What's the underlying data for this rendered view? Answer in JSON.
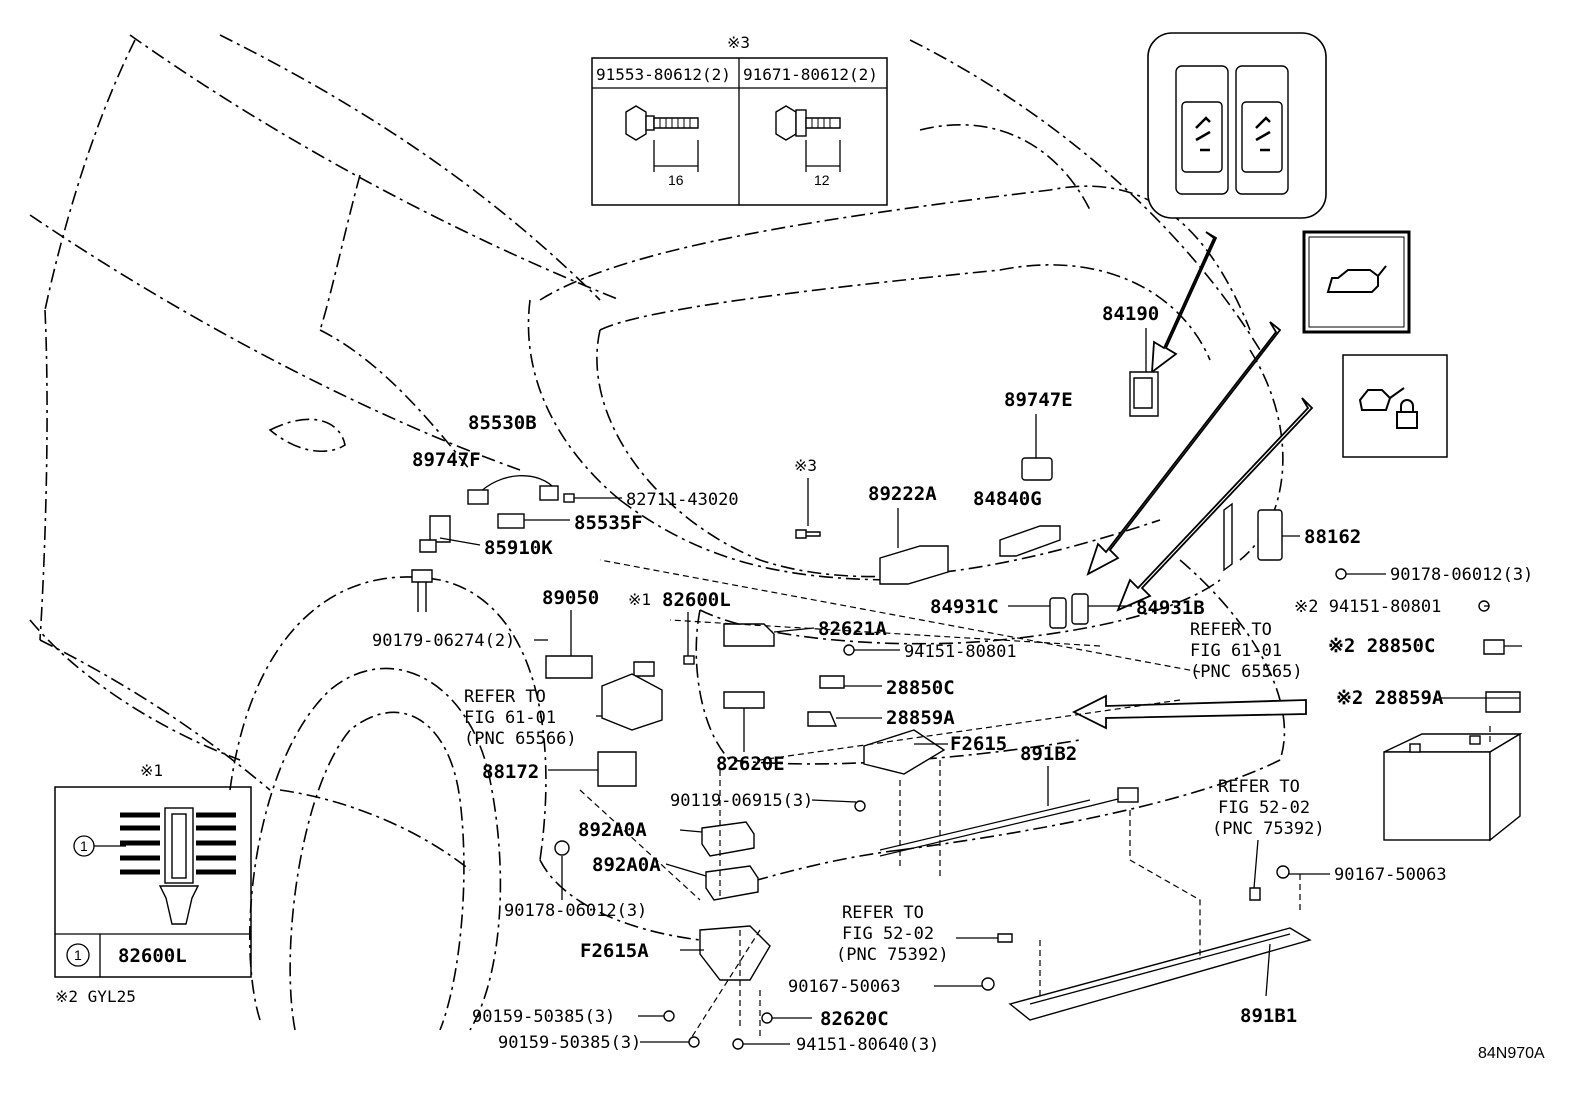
{
  "diagram_code": "84N970A",
  "note3": {
    "mark": "※3",
    "col1": "91553-80612(2)",
    "col2": "91671-80612(2)",
    "dim1": "16",
    "dim2": "12"
  },
  "note1": {
    "mark": "※1",
    "circle": "1",
    "part": "82600L"
  },
  "note2": "※2 GYL25",
  "labels": {
    "p84190": "84190",
    "p89747E": "89747E",
    "p85530B": "85530B",
    "p89747F": "89747F",
    "p82711": "82711-43020",
    "p85535F": "85535F",
    "p85910K": "85910K",
    "mark3": "※3",
    "p89222A": "89222A",
    "p84840G": "84840G",
    "p88162": "88162",
    "p90178a": "90178-06012(3)",
    "p89050": "89050",
    "mark1": "※1",
    "p82600L": "82600L",
    "p82621A": "82621A",
    "p84931C": "84931C",
    "p84931B": "84931B",
    "p94151a": "※2 94151-80801",
    "p90179": "90179-06274(2)",
    "p94151b": "94151-80801",
    "refer1a": "REFER TO",
    "refer1b": "FIG 61-01",
    "refer1c": "(PNC 65565)",
    "p28850Ca": "※2 28850C",
    "p28850Cb": "28850C",
    "refer2a": "REFER TO",
    "refer2b": "FIG 61-01",
    "refer2c": "(PNC 65566)",
    "p28859Aa": "28859A",
    "p28859Ab": "※2 28859A",
    "p82620E": "82620E",
    "pF2615": "F2615",
    "p891B2": "891B2",
    "p88172": "88172",
    "p90119": "90119-06915(3)",
    "refer3a": "REFER TO",
    "refer3b": "FIG 52-02",
    "refer3c": "(PNC 75392)",
    "p892A0Aa": "892A0A",
    "p892A0Ab": "892A0A",
    "p90167a": "90167-50063",
    "p90178b": "90178-06012(3)",
    "refer4a": "REFER TO",
    "refer4b": "FIG 52-02",
    "refer4c": "(PNC 75392)",
    "pF2615A": "F2615A",
    "p90167b": "90167-50063",
    "p891B1": "891B1",
    "p90159a": "90159-50385(3)",
    "p82620C": "82620C",
    "p90159b": "90159-50385(3)",
    "p94151c": "94151-80640(3)"
  }
}
